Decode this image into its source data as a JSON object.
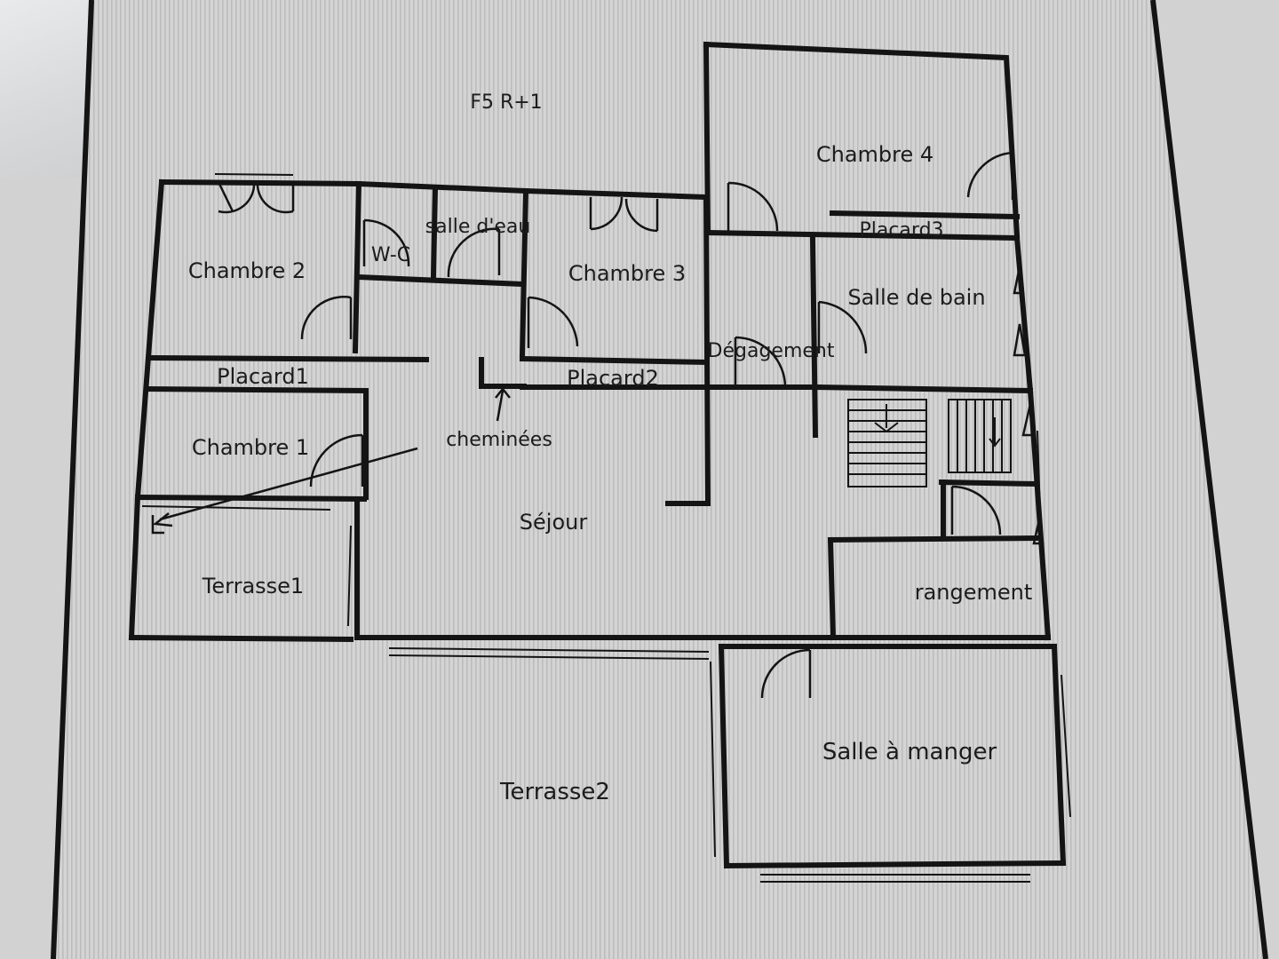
{
  "title": "F5 R+1",
  "rooms": {
    "chambre2": "Chambre 2",
    "salle_eau": "salle d'eau",
    "wc": "W-C",
    "chambre3": "Chambre 3",
    "chambre4": "Chambre 4",
    "placard3": "Placard3",
    "salle_bain": "Salle de bain",
    "degagement": "Dégagement",
    "placard1": "Placard1",
    "placard2": "Placard2",
    "cheminees": "cheminées",
    "chambre1": "Chambre 1",
    "sejour": "Séjour",
    "terrasse1": "Terrasse1",
    "rangement": "rangement",
    "salle_manger": "Salle à manger",
    "terrasse2": "Terrasse2"
  },
  "colors": {
    "paper": "#d2d2d2",
    "line": "#141414",
    "stripe": "#bdbdbd"
  }
}
